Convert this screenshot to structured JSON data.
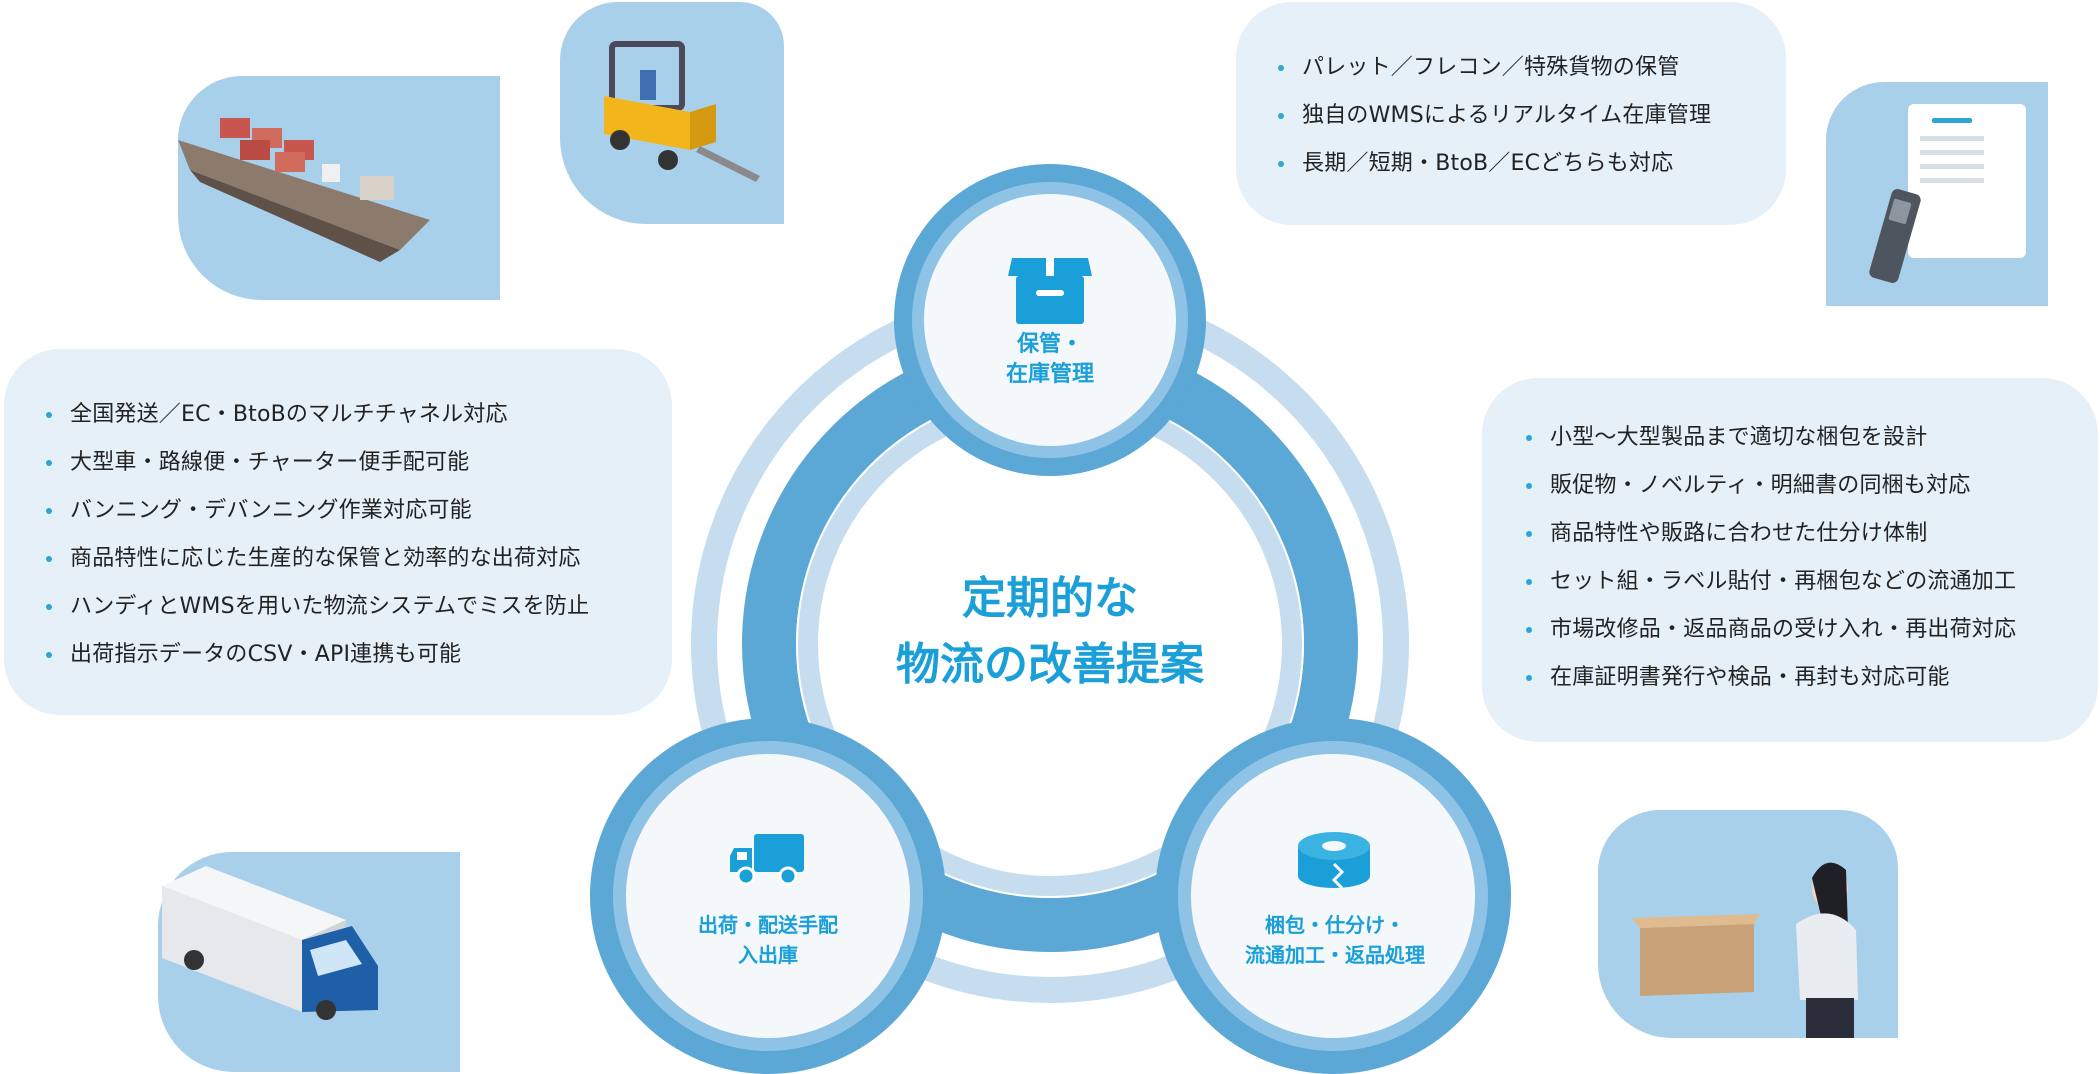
{
  "center": {
    "line1": "定期的な",
    "line2": "物流の改善提案"
  },
  "hubs": {
    "storage": {
      "line1": "保管・",
      "line2": "在庫管理",
      "icon": "box-icon"
    },
    "shipping": {
      "line1": "出荷・配送手配",
      "line2": "入出庫",
      "icon": "delivery-truck-icon"
    },
    "packing": {
      "line1": "梱包・仕分け・",
      "line2": "流通加工・返品処理",
      "icon": "packing-tape-icon"
    }
  },
  "panels": {
    "storage": [
      "パレット／フレコン／特殊貨物の保管",
      "独自のWMSによるリアルタイム在庫管理",
      "長期／短期・BtoB／ECどちらも対応"
    ],
    "shipping": [
      "全国発送／EC・BtoBのマルチチャネル対応",
      "大型車・路線便・チャーター便手配可能",
      "バンニング・デバンニング作業対応可能",
      "商品特性に応じた生産的な保管と効率的な出荷対応",
      "ハンディとWMSを用いた物流システムでミスを防止",
      "出荷指示データのCSV・API連携も可能"
    ],
    "packing": [
      "小型〜大型製品まで適切な梱包を設計",
      "販促物・ノベルティ・明細書の同梱も対応",
      "商品特性や販路に合わせた仕分け体制",
      "セット組・ラベル貼付・再梱包などの流通加工",
      "市場改修品・返品商品の受け入れ・再出荷対応",
      "在庫証明書発行や検品・再封も対応可能"
    ]
  },
  "illustrations": [
    "cargo-ship-icon",
    "forklift-icon",
    "handheld-scanner-receipt-icon",
    "delivery-truck-icon",
    "woman-with-box-icon"
  ],
  "colors": {
    "accent": "#1b9fd8",
    "ring_dark": "#5ba7d6",
    "ring_mid": "#8fc3e6",
    "ring_light": "#c5ddef",
    "hub_fill": "#f4f8fb",
    "panel_bg": "#e5f0f9",
    "illustration_bg": "#a9d0eb"
  }
}
